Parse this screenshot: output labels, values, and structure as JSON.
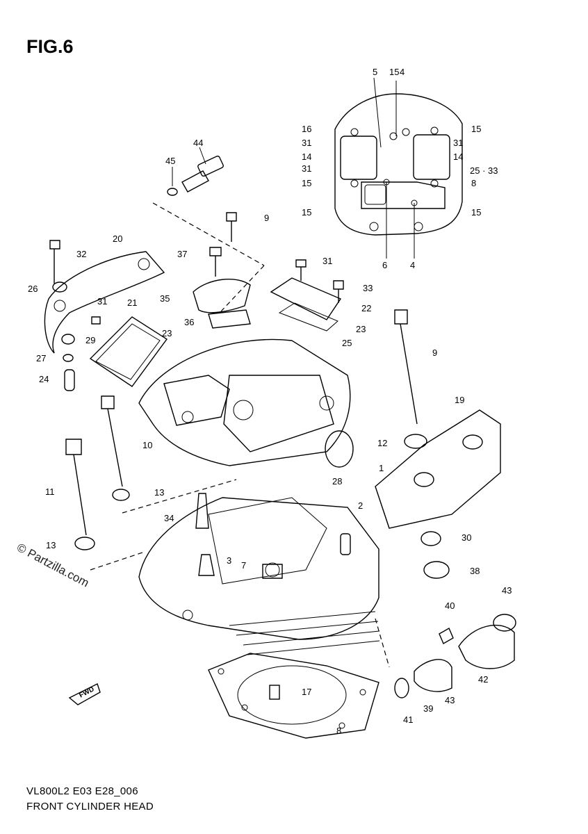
{
  "figure": {
    "title": "FIG.6",
    "code": "VL800L2 E03 E28_006",
    "name": "FRONT CYLINDER HEAD",
    "watermark": "© Partzilla.com",
    "fwd_label": "FWD"
  },
  "part_callouts": [
    "5",
    "15",
    "4",
    "16",
    "15",
    "31",
    "31",
    "14",
    "14",
    "31",
    "25 · 33",
    "15",
    "8",
    "15",
    "15",
    "6",
    "4",
    "44",
    "45",
    "9",
    "20",
    "32",
    "37",
    "31",
    "26",
    "31",
    "35",
    "21",
    "33",
    "22",
    "23",
    "23",
    "25",
    "36",
    "29",
    "27",
    "24",
    "9",
    "19",
    "12",
    "1",
    "10",
    "28",
    "11",
    "13",
    "2",
    "34",
    "30",
    "3",
    "7",
    "38",
    "13",
    "43",
    "40",
    "42",
    "43",
    "39",
    "41",
    "17",
    "8"
  ],
  "colors": {
    "line": "#000000",
    "background": "#ffffff"
  }
}
